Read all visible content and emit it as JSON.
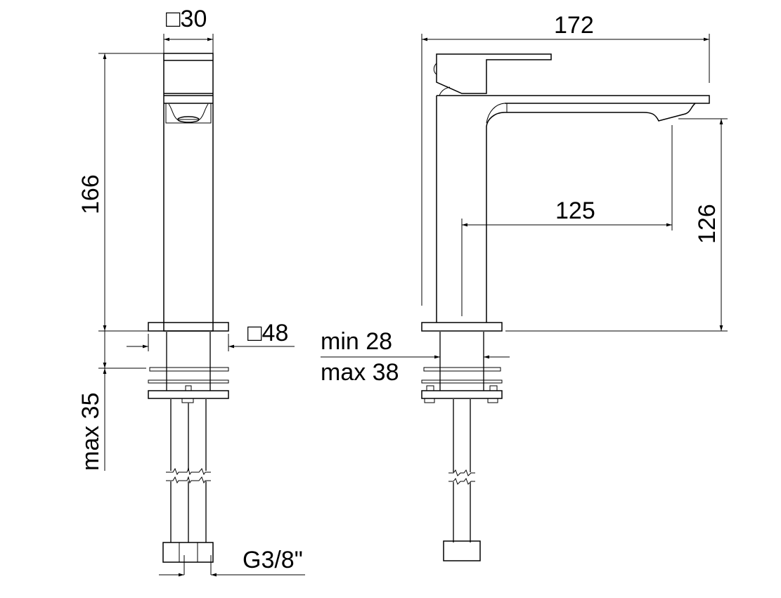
{
  "drawing": {
    "title": "Single-lever basin mixer technical drawing",
    "views": [
      "front",
      "side"
    ],
    "line_color": "#000000",
    "background": "#ffffff"
  },
  "front_view": {
    "dimensions": {
      "body_width": "□30",
      "height": "166",
      "base_width": "□48",
      "max_thickness": "max 35",
      "connection": "G3/8\""
    }
  },
  "side_view": {
    "dimensions": {
      "total_length": "172",
      "spout_reach": "125",
      "spout_height": "126",
      "deck_min": "min 28",
      "deck_max": "max 38"
    }
  }
}
